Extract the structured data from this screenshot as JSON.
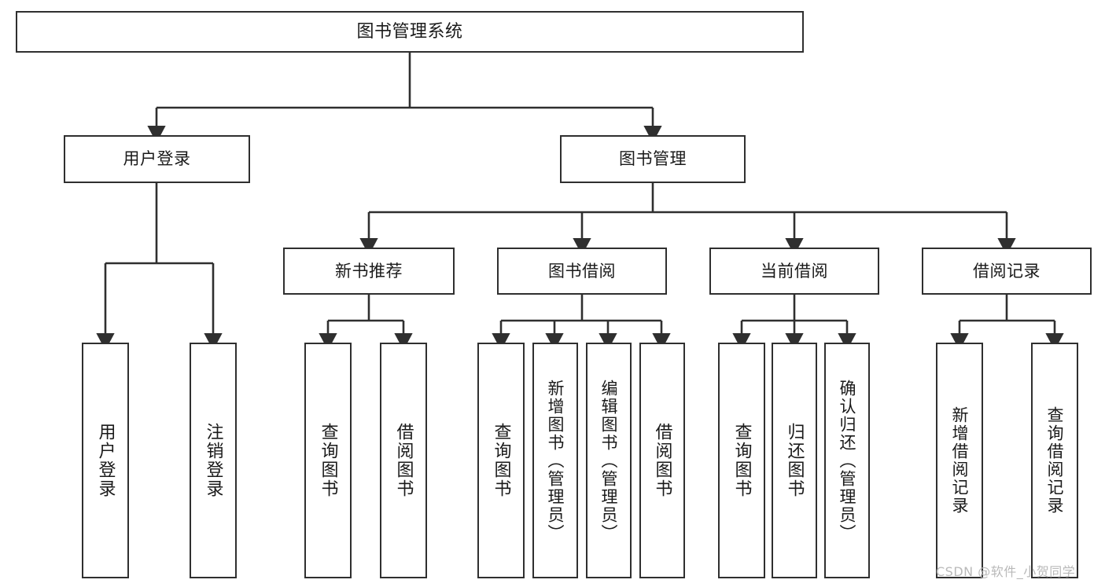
{
  "diagram": {
    "title": "图书管理系统",
    "type": "tree",
    "background_color": "#ffffff",
    "stroke_color": "#2f2f2f",
    "text_color": "#1a1a1a"
  },
  "watermark": {
    "text": "CSDN @软件_小贺同学",
    "color": "#b9b9b9"
  },
  "nodes": {
    "root": {
      "label": "图书管理系统"
    },
    "level1": [
      {
        "label": "用户登录"
      },
      {
        "label": "图书管理"
      }
    ],
    "level2": [
      {
        "label": "新书推荐"
      },
      {
        "label": "图书借阅"
      },
      {
        "label": "当前借阅"
      },
      {
        "label": "借阅记录"
      }
    ],
    "leaves": {
      "user_login": [
        {
          "label": "用户登录"
        },
        {
          "label": "注销登录"
        }
      ],
      "new_book_recommend": [
        {
          "label": "查询图书"
        },
        {
          "label": "借阅图书"
        }
      ],
      "book_borrow": [
        {
          "label": "查询图书"
        },
        {
          "label": "新增图书（管理员）"
        },
        {
          "label": "编辑图书（管理员）"
        },
        {
          "label": "借阅图书"
        }
      ],
      "current_borrow": [
        {
          "label": "查询图书"
        },
        {
          "label": "归还图书"
        },
        {
          "label": "确认归还（管理员）"
        }
      ],
      "borrow_record": [
        {
          "label": "新增借阅记录"
        },
        {
          "label": "查询借阅记录"
        }
      ]
    }
  }
}
